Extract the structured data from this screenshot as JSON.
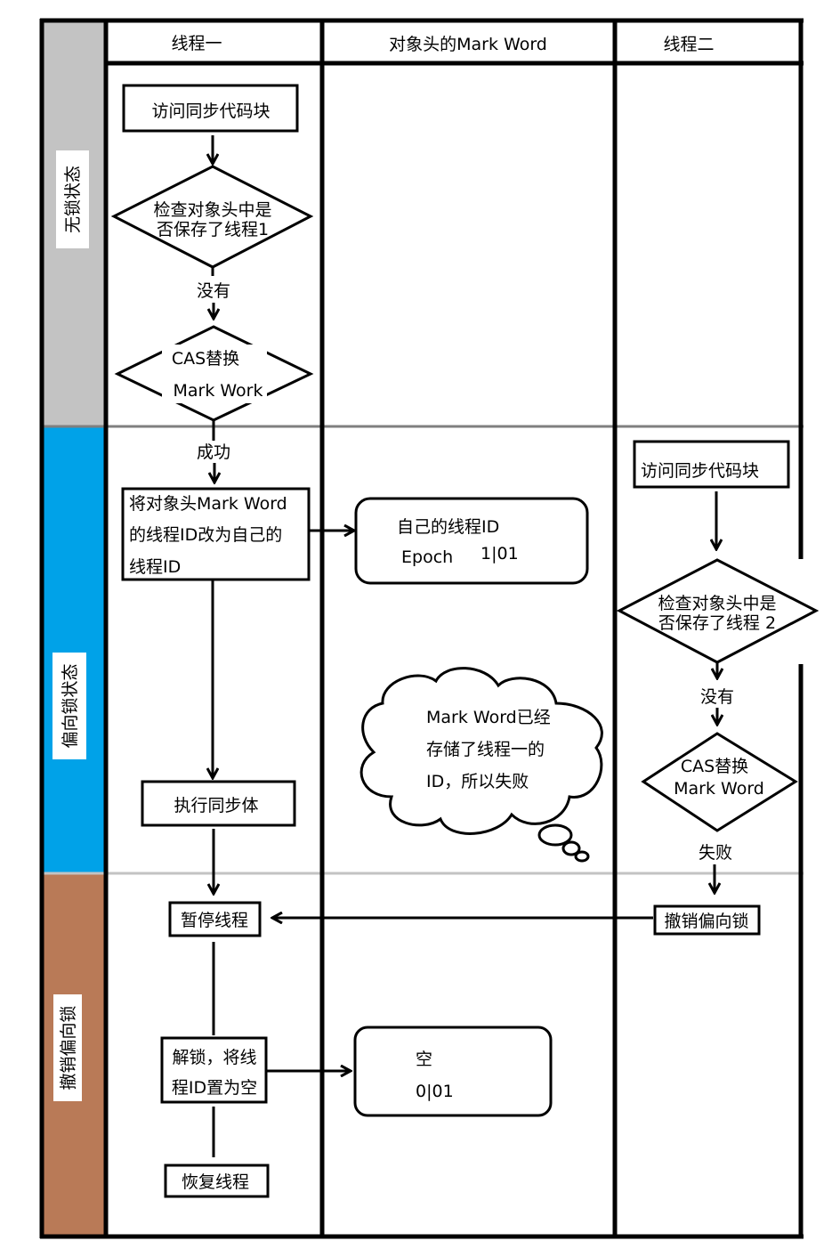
{
  "colors": {
    "lane_no_lock": "#c3c3c3",
    "lane_biased": "#00a2e8",
    "lane_revoke": "#b97a57",
    "separator": "#c3c3c3",
    "separator_top": "#7f7f7f",
    "line": "#000000"
  },
  "headers": {
    "thread_one": "线程一",
    "mark_word": "对象头的Mark Word",
    "thread_two": "线程二"
  },
  "lanes": {
    "no_lock": "无锁状态",
    "biased": "偏向锁状态",
    "revoke": "撤销偏向锁"
  },
  "thread_one": {
    "access_block": "访问同步代码块",
    "check_diamond": [
      "检查对象头中是",
      "否保存了线程1"
    ],
    "no_label": "没有",
    "cas_diamond": [
      "CAS替换",
      "Mark Work"
    ],
    "success_label": "成功",
    "set_thread_id": [
      "将对象头Mark Word",
      "的线程ID改为自己的",
      "线程ID"
    ],
    "execute_body": "执行同步体",
    "pause_thread": "暂停线程",
    "unlock": [
      "解锁，将线",
      "程ID置为空"
    ],
    "resume_thread": "恢复线程"
  },
  "mark_word": {
    "biased_box": {
      "line1": "自己的线程ID",
      "epoch": "Epoch",
      "bits": "1|01"
    },
    "cloud_note": [
      "Mark Word已经",
      "存储了线程一的",
      "ID，所以失败"
    ],
    "empty_box": {
      "line1": "空",
      "bits": "0|01"
    }
  },
  "thread_two": {
    "access_block": "访问同步代码块",
    "check_diamond": [
      "检查对象头中是",
      "否保存了线程 2"
    ],
    "no_label": "没有",
    "cas_diamond": [
      "CAS替换",
      "Mark Word"
    ],
    "fail_label": "失败",
    "revoke_bias": "撤销偏向锁"
  }
}
